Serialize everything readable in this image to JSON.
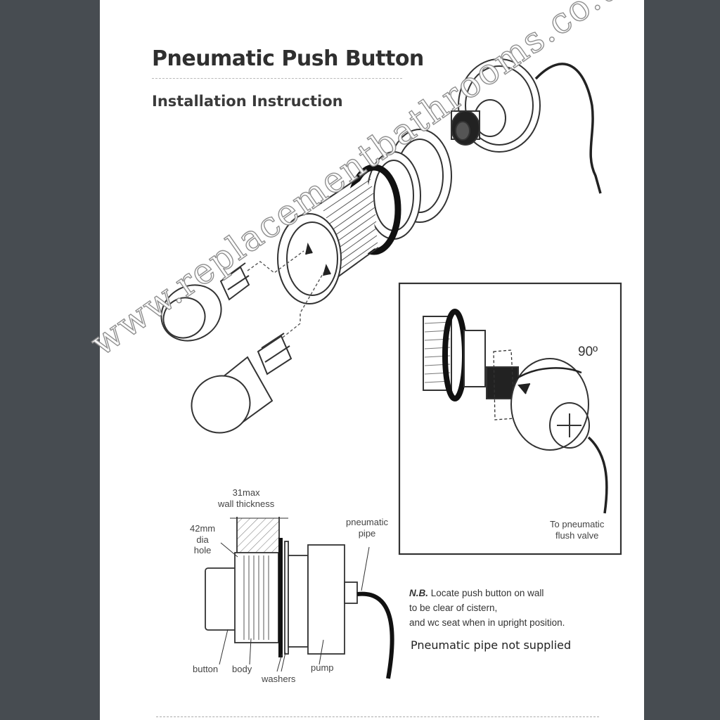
{
  "document": {
    "title": "Pneumatic Push Button",
    "subtitle": "Installation Instruction"
  },
  "inset": {
    "angle_label": "90º",
    "outlet_label": "To pneumatic\nflush valve"
  },
  "section_diagram": {
    "wall_thickness_label": "31max\nwall thickness",
    "hole_label": "42mm\ndia\nhole",
    "pipe_label": "pneumatic\npipe",
    "part_labels": {
      "button": "button",
      "body": "body",
      "washers": "washers",
      "pump": "pump"
    }
  },
  "notes": {
    "nb_prefix": "N.B.",
    "nb_text": "Locate push button on wall\nto be clear of cistern,\nand wc seat when in upright position.",
    "supply_note": "Pneumatic pipe not supplied"
  },
  "watermark": "www.replacementbathrooms.co.uk",
  "colors": {
    "background": "#474c51",
    "page": "#ffffff",
    "line": "#333333"
  }
}
